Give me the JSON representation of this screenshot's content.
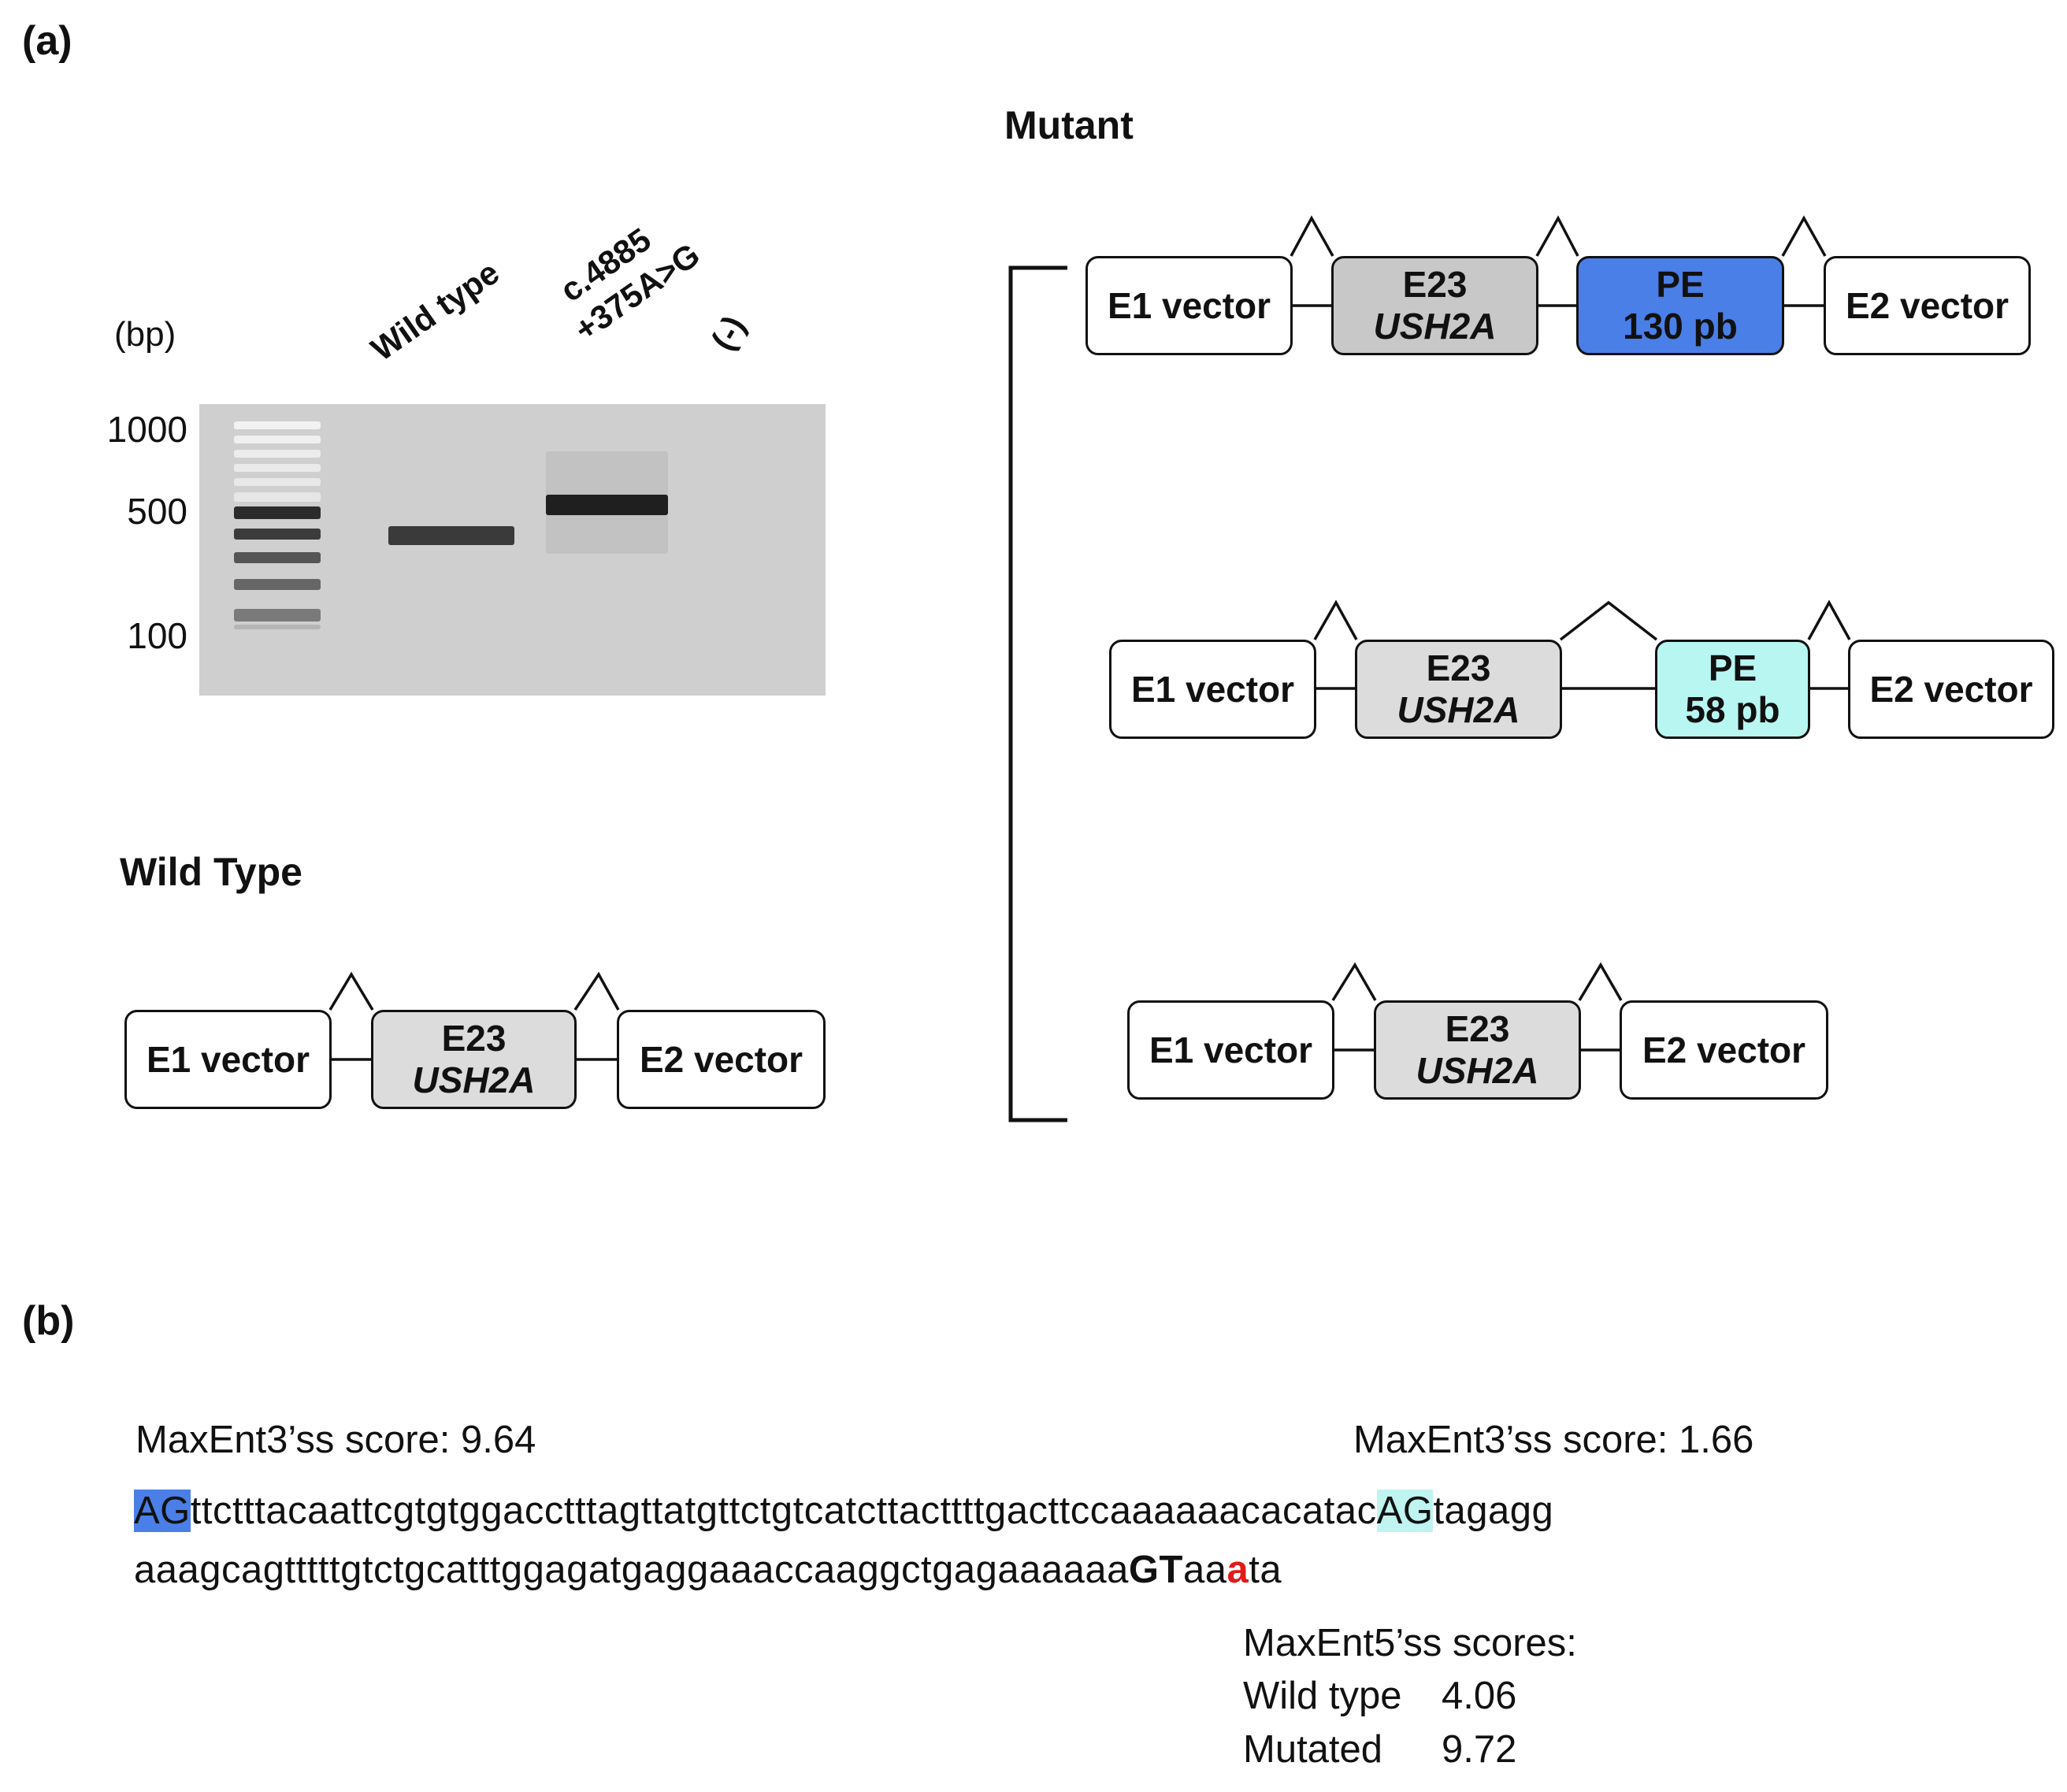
{
  "panel_a": {
    "label": "(a)",
    "gel": {
      "bp_label": "(bp)",
      "lanes": [
        "Wild type",
        "c.4885\n+375A>G",
        "(-)"
      ],
      "lane_line1": "c.4885",
      "lane_line2": "+375A>G",
      "sizes": [
        "1000",
        "500",
        "100"
      ]
    },
    "wild_type": {
      "heading": "Wild Type",
      "boxes": [
        "E1 vector",
        "E23",
        "USH2A",
        "E2 vector"
      ]
    },
    "mutant": {
      "heading": "Mutant",
      "iso1": {
        "e1": "E1 vector",
        "e23": "E23",
        "gene": "USH2A",
        "pe": "PE",
        "pe_size": "130 pb",
        "e2": "E2 vector"
      },
      "iso2": {
        "e1": "E1 vector",
        "e23": "E23",
        "gene": "USH2A",
        "pe": "PE",
        "pe_size": "58 pb",
        "e2": "E2 vector"
      },
      "iso3": {
        "e1": "E1 vector",
        "e23": "E23",
        "gene": "USH2A",
        "e2": "E2 vector"
      }
    },
    "colors": {
      "pe130": "#4a7fe8",
      "pe58": "#b8f6f2",
      "e23_dark": "#c8c8c8",
      "e23_light": "#dcdcdc"
    }
  },
  "panel_b": {
    "label": "(b)",
    "score_left": "MaxEnt3’ss score: 9.64",
    "score_right": "MaxEnt3’ss score: 1.66",
    "seq1": {
      "ag1": "AG",
      "mid": "ttctttacaattcgtgtggacctttagttatgttctgtcatcttacttttgacttccaaaaaacacatac",
      "ag2": "AG",
      "tail": "tagagg"
    },
    "seq2": {
      "pre": "aaagcagtttttgtctgcatttggagatgaggaaaccaaggctgagaaaaaa",
      "gt": "GT",
      "aa": "aa",
      "mut": "a",
      "end": "ta"
    },
    "five_ss": {
      "title": "MaxEnt5’ss scores:",
      "wt_label": "Wild type",
      "wt_value": "4.06",
      "mut_label": "Mutated",
      "mut_value": "9.72"
    }
  }
}
